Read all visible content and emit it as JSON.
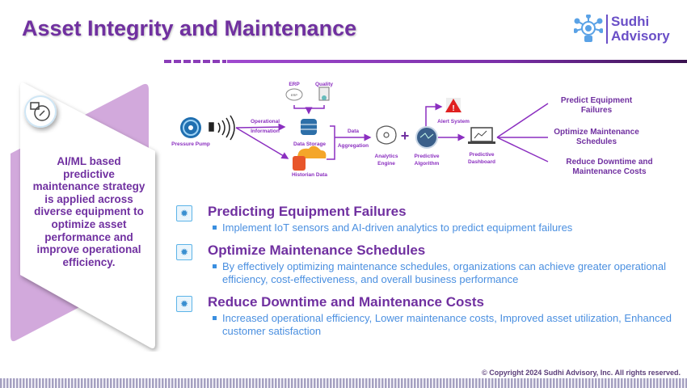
{
  "title": "Asset Integrity and Maintenance",
  "logo": {
    "line1": "Sudhi",
    "line2": "Advisory",
    "mark": "."
  },
  "left_panel": {
    "text": "AI/ML based predictive maintenance strategy is applied across diverse equipment to optimize asset performance and improve operational efficiency.",
    "icon": "gear-wrench-icon"
  },
  "diagram": {
    "pump": "Pressure Pump",
    "op1": "Operational",
    "op2": "Information",
    "erp": "ERP",
    "erp_icon": "ERP",
    "quality": "Quality",
    "storage": "Data Storage",
    "historian": "Historian Data",
    "agg1": "Data",
    "agg2": "Aggregation",
    "analytics1": "Analytics",
    "analytics2": "Engine",
    "plus": "+",
    "algo1": "Predictive",
    "algo2": "Algorithm",
    "alert": "Alert System",
    "dash1": "Predictive",
    "dash2": "Dashboard",
    "out1a": "Predict Equipment",
    "out1b": "Failures",
    "out2a": "Optimize Maintenance",
    "out2b": "Schedules",
    "out3a": "Reduce Downtime and",
    "out3b": "Maintenance Costs"
  },
  "sections": [
    {
      "heading": "Predicting Equipment Failures",
      "body": "Implement IoT sensors and AI-driven analytics to predict equipment failures"
    },
    {
      "heading": "Optimize Maintenance Schedules",
      "body": "By effectively optimizing maintenance schedules, organizations can achieve greater operational efficiency, cost-effectiveness, and overall business performance"
    },
    {
      "heading": "Reduce Downtime and Maintenance Costs",
      "body": "Increased operational efficiency, Lower maintenance costs, Improved asset utilization, Enhanced customer satisfaction"
    }
  ],
  "footer": {
    "copyright": "© Copyright 2024 Sudhi Advisory, Inc. All rights reserved."
  },
  "colors": {
    "purple": "#7030a0",
    "blue": "#4a8fe0",
    "lilac": "#d2a9dc"
  }
}
